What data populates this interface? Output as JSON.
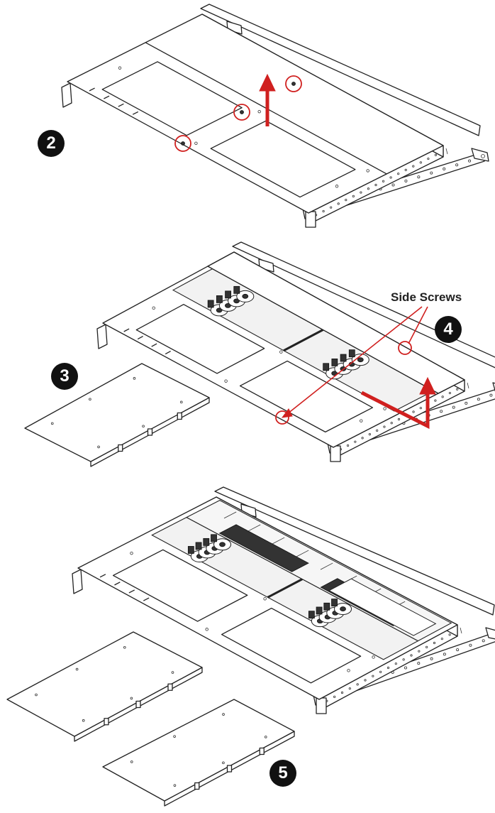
{
  "steps": [
    {
      "label": "2"
    },
    {
      "label": "3"
    },
    {
      "label": "4"
    },
    {
      "label": "5"
    }
  ],
  "callouts": {
    "side_screws": "Side Screws"
  },
  "colors": {
    "accent": "#d0201f",
    "line": "#222222",
    "badge": "#111111"
  }
}
